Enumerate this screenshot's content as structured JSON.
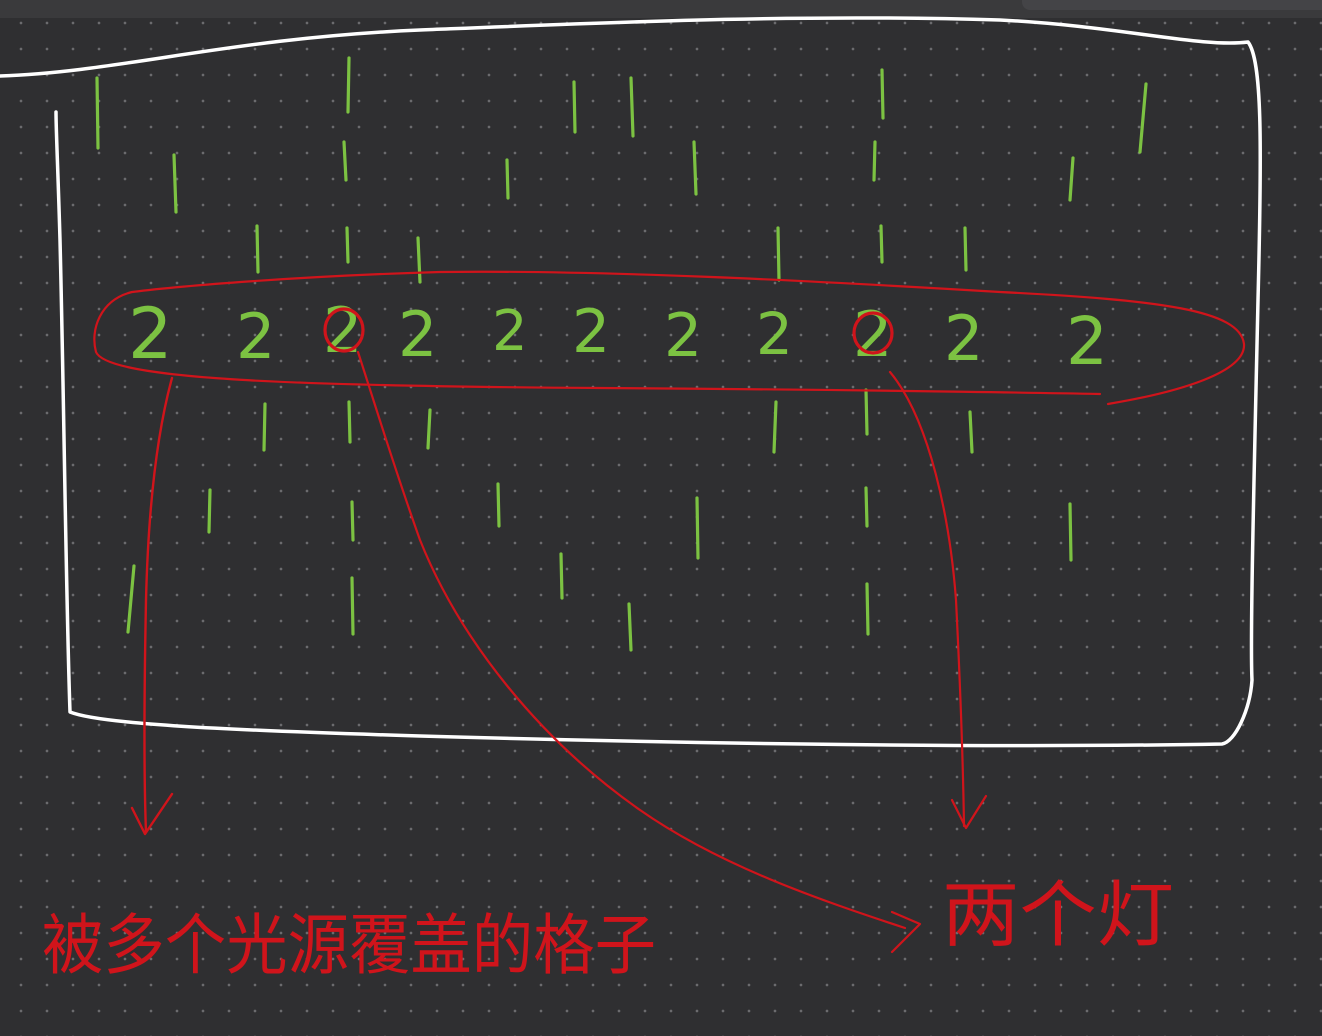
{
  "canvas": {
    "background": "#2f2f31",
    "dot_color": "#6b6b6e"
  },
  "colors": {
    "pen_green": "#7cc242",
    "pen_red": "#d0141b",
    "pen_white": "#ffffff"
  },
  "grid_row_values": [
    "2",
    "2",
    "2",
    "2",
    "2",
    "2",
    "2",
    "2",
    "2",
    "2",
    "2"
  ],
  "annotations": {
    "covered_cells": "被多个光源覆盖的格子",
    "two_lights": "两个灯"
  }
}
